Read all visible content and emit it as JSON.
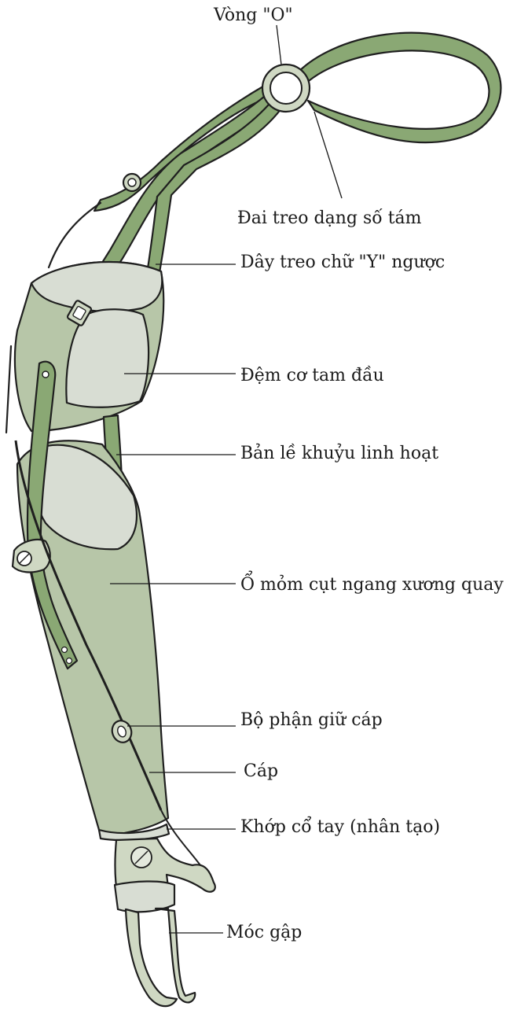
{
  "diagram": {
    "labels": {
      "o_ring": "Vòng \"O\"",
      "figure_eight_harness": "Đai treo dạng số tám",
      "inverted_y_strap": "Dây treo chữ \"Y\" ngược",
      "triceps_pad": "Đệm cơ tam đầu",
      "flexible_elbow_hinge": "Bản lề khuỷu linh hoạt",
      "transradial_socket": "Ổ mỏm cụt ngang xương quay",
      "cable_retainer": "Bộ phận giữ cáp",
      "cable": "Cáp",
      "wrist_unit": "Khớp cổ tay (nhân tạo)",
      "split_hook": "Móc gập"
    },
    "colors": {
      "strap": "#8aa874",
      "socket": "#b7c6a8",
      "pad": "#d8ddd3",
      "outline": "#1f1f1f"
    }
  }
}
